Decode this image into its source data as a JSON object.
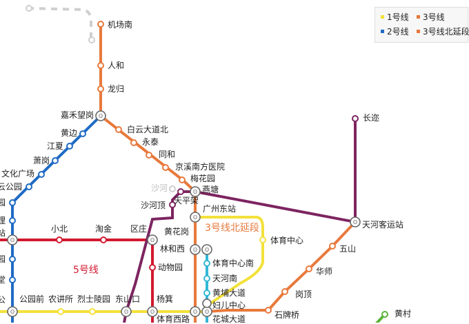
{
  "colors": {
    "line1": "#f3e13a",
    "line2": "#1f6bc4",
    "line3": "#e8793c",
    "line3n": "#e8793c",
    "line5": "#d2192f",
    "apm": "#7d2460",
    "cyan": "#31b7d6",
    "green": "#5bb33a",
    "gray": "#cfcfcf"
  },
  "legend": {
    "line1": "1号线",
    "line3": "3号线",
    "line2": "2号线",
    "line3n": "3号线北延段"
  },
  "line_names": {
    "line5": "5号线",
    "line3n": "3号线北延段"
  },
  "stations": {
    "jichangnan": "机场南",
    "renhe": "人和",
    "longgui": "龙归",
    "jiahewanggang": "嘉禾望岗",
    "huangbian": "黄边",
    "jiangxia": "江夏",
    "xiaogang": "萧岗",
    "wenhuaguangchang": "文化广场",
    "gongyuan_left": "云公园",
    "baiyundadaobei": "白云大道北",
    "yongtai": "永泰",
    "tonghe": "同和",
    "jingxinanfangyiyuan": "京溪南方医院",
    "meihuayuan": "梅花园",
    "shahe": "沙河",
    "yantang": "燕塘",
    "shaheding": "沙河顶",
    "tianpinggjia": "天平架",
    "guangzhoudongzhan": "广州东站",
    "tianhekeyunzhan": "天河客运站",
    "changban": "长迩",
    "wushan": "五山",
    "huashi": "华师",
    "gangding": "岗顶",
    "shipaiqiao": "石牌桥",
    "xiaobei": "小北",
    "taojin": "淘金",
    "ouzhuang": "区庄",
    "huanghuagang": "黄花岗",
    "linhexi": "林和西",
    "dongwuyuan": "动物园",
    "yangji": "杨箕",
    "tiyuzhongxin": "体育中心",
    "tiyuzhongxinnan": "体育中心南",
    "tianhenan": "天河南",
    "huangpudadao": "黄埔大道",
    "furenzhongxin": "妇儿中心",
    "gongyuanqian": "公园前",
    "nongjiangsuo": "农讲所",
    "lieshilingyuan": "烈士陵园",
    "dongshankou": "东山口",
    "tiyuxilu": "体育西路",
    "huachengdadao": "花城大道",
    "huangcun": "黄村",
    "l_zhan": "站",
    "l_li": "理",
    "l_yuan": "园",
    "l_tang": "堂",
    "l_gong": "公"
  }
}
